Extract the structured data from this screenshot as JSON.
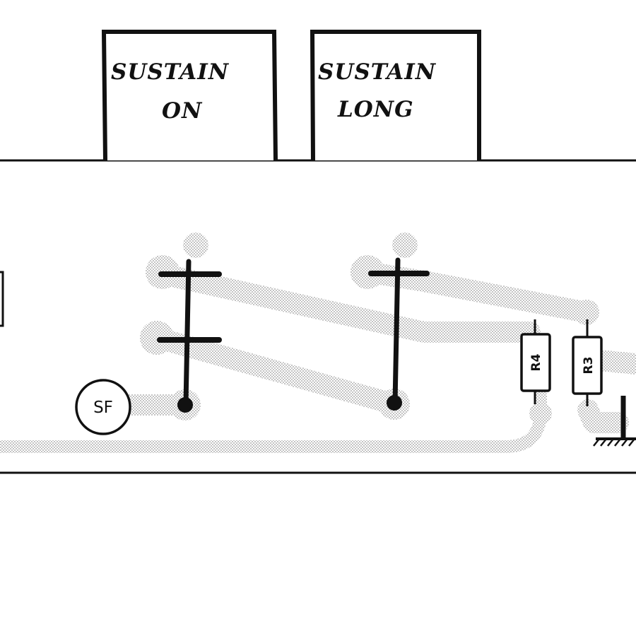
{
  "switches": [
    {
      "line1": "SUSTAIN",
      "line2": "ON"
    },
    {
      "line1": "SUSTAIN",
      "line2": "LONG"
    }
  ],
  "connector_label": "SF",
  "resistors": [
    {
      "label": "R4"
    },
    {
      "label": "R3"
    }
  ],
  "colors": {
    "ink": "#111111",
    "trace": "#b8b8b8",
    "paper": "#ffffff"
  }
}
